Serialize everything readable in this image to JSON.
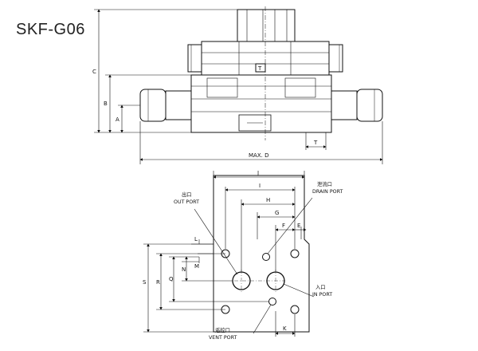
{
  "model": "SKF-G06",
  "dimensions": {
    "top_view": [
      "C",
      "B",
      "A",
      "T",
      "MAX. D"
    ],
    "bottom_view": [
      "J",
      "I",
      "H",
      "G",
      "F",
      "E",
      "L",
      "M",
      "N",
      "Q",
      "R",
      "S",
      "K"
    ]
  },
  "ports": {
    "out": {
      "cn": "出口",
      "en": "OUT PORT"
    },
    "drain": {
      "cn": "泄流口",
      "en": "DRAIN PORT"
    },
    "in": {
      "cn": "入口",
      "en": "IN PORT"
    },
    "vent": {
      "cn": "遥控口",
      "en": "VENT PORT"
    }
  },
  "center_mark": "T"
}
